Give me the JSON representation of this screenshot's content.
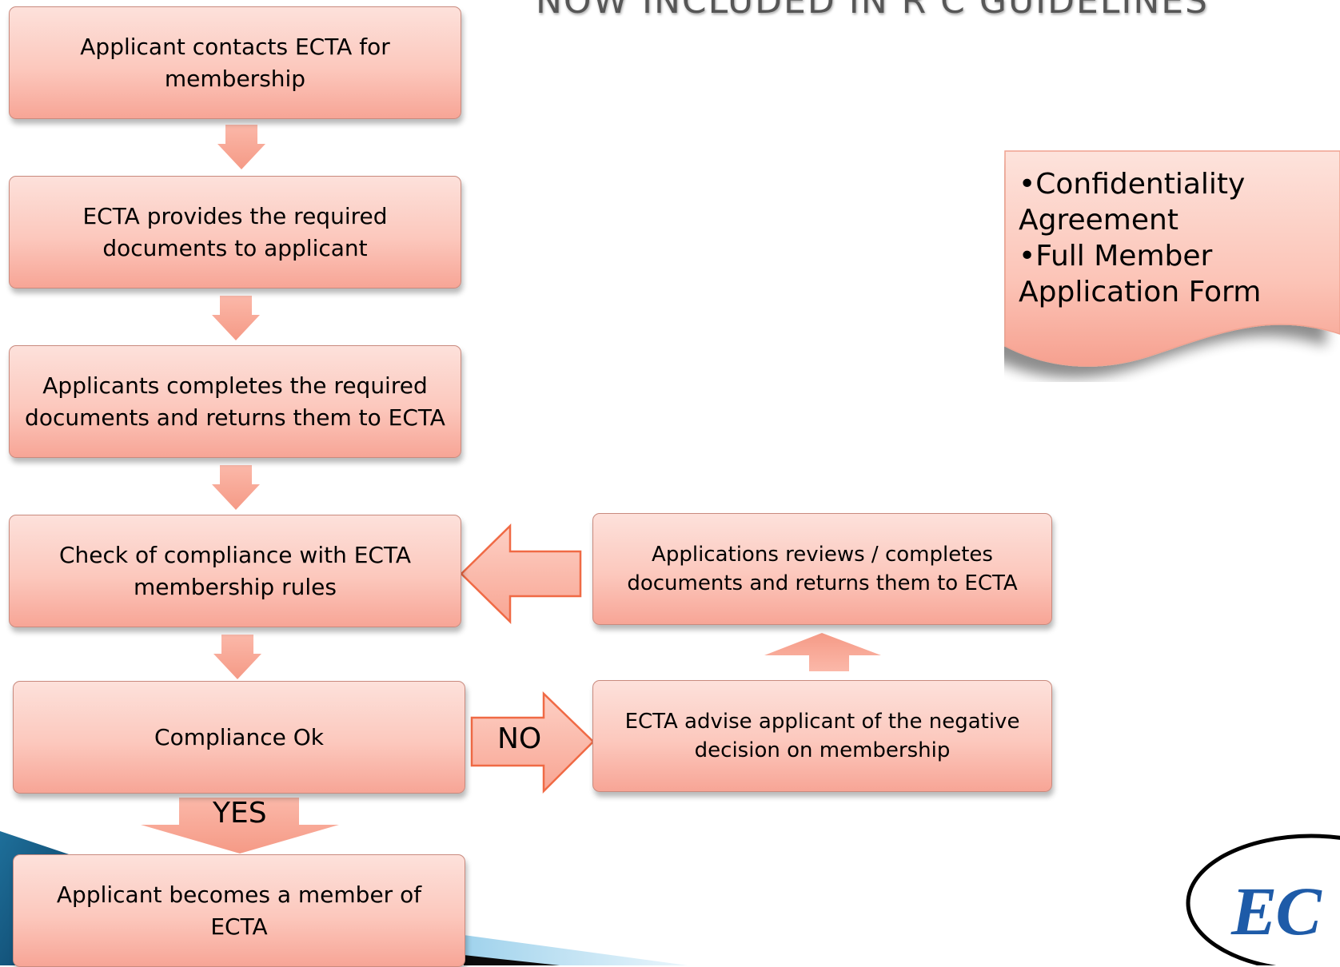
{
  "title": "NOW INCLUDED IN R C  GUIDELINES",
  "steps": [
    "Applicant contacts ECTA for\nmembership",
    "ECTA provides the required\ndocuments to applicant",
    "Applicants completes the required\ndocuments and returns them to ECTA",
    "Check of compliance with ECTA\nmembership rules",
    "Compliance Ok",
    "Applicant becomes a member of\nECTA"
  ],
  "side_steps": [
    "Applications reviews / completes\ndocuments and returns them to ECTA",
    "ECTA advise applicant of the negative\ndecision  on membership"
  ],
  "labels": {
    "no": "NO",
    "yes": "YES"
  },
  "note_items": [
    "•Confidentiality",
    "Agreement",
    "•Full Member",
    "Application Form"
  ],
  "logo_text": "EC",
  "colors": {
    "box_top": "#fde1db",
    "box_bottom": "#f7a596",
    "arrow_fill": "#fbb4a4",
    "arrow_stroke": "#f06a45",
    "logo_blue": "#1e5ba8"
  }
}
